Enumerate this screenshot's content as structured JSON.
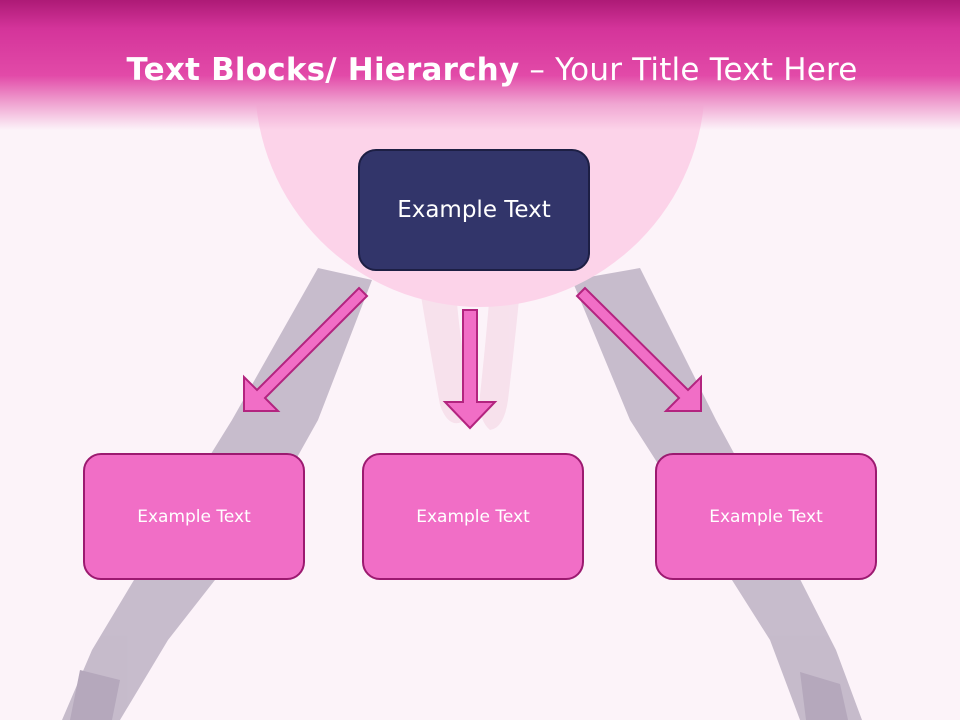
{
  "title": {
    "bold": "Text Blocks/ Hierarchy",
    "regular": " – Your Title Text Here"
  },
  "diagram": {
    "root": {
      "label": "Example Text"
    },
    "children": [
      {
        "label": "Example Text"
      },
      {
        "label": "Example Text"
      },
      {
        "label": "Example Text"
      }
    ]
  },
  "colors": {
    "header": "#d4349a",
    "root_fill": "#32356a",
    "child_fill": "#f16ec6",
    "arrow_fill": "#f16ec6",
    "arrow_stroke": "#b3247f",
    "circle": "#fcd3e9",
    "background": "#fcf3f9"
  }
}
